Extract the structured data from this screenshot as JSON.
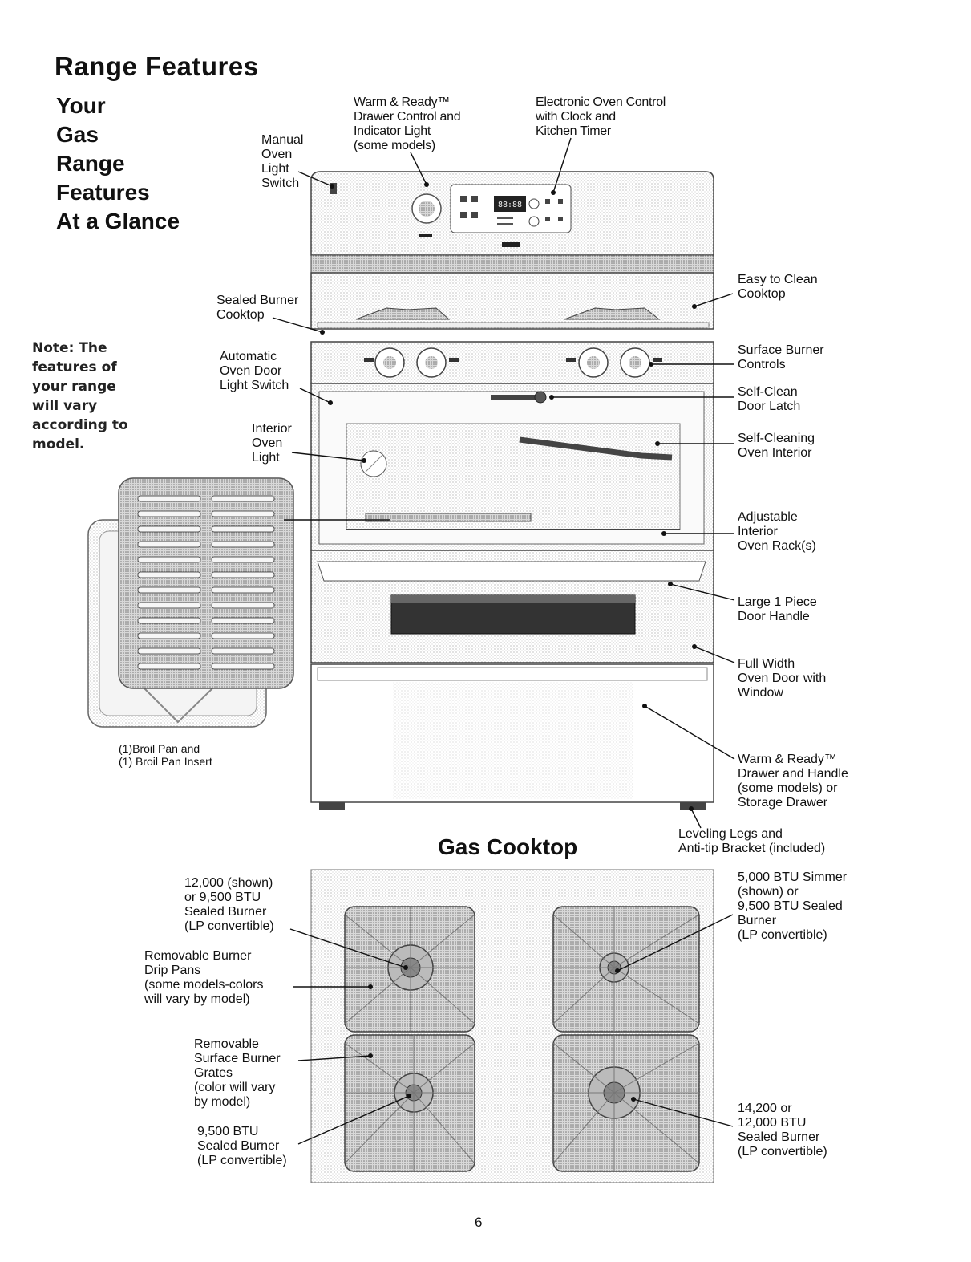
{
  "page_title": "Range Features",
  "side_title": [
    "Your",
    "Gas",
    "Range",
    "Features",
    "At a Glance"
  ],
  "note": [
    "Note: The",
    "features of",
    "your range",
    "will vary",
    "according to",
    "model."
  ],
  "oven_display": "88:88",
  "labels": {
    "warm_ready_control": "Warm & Ready™\nDrawer Control and\nIndicator Light\n(some models)",
    "electronic_control": "Electronic Oven Control\nwith Clock and\nKitchen Timer",
    "manual_light": "Manual\nOven\nLight\nSwitch",
    "sealed_cooktop": "Sealed Burner\nCooktop",
    "auto_door_light": "Automatic\nOven Door\nLight Switch",
    "interior_light": "Interior\nOven\nLight",
    "broil_pan": "(1)Broil Pan and\n(1) Broil Pan Insert",
    "easy_clean": "Easy to Clean\nCooktop",
    "surface_controls": "Surface Burner\nControls",
    "door_latch": "Self-Clean\nDoor Latch",
    "self_clean_interior": "Self-Cleaning\nOven Interior",
    "oven_rack": "Adjustable\nInterior\nOven Rack(s)",
    "door_handle": "Large 1 Piece\nDoor Handle",
    "full_width_door": "Full Width\nOven Door with\nWindow",
    "warm_ready_drawer": "Warm & Ready™\nDrawer and Handle\n(some models) or\nStorage Drawer",
    "leveling_legs": "Leveling Legs and\nAnti-tip Bracket (included)"
  },
  "cooktop": {
    "title": "Gas Cooktop",
    "burner_12000": "12,000 (shown)\nor 9,500 BTU\nSealed Burner\n(LP convertible)",
    "drip_pans": "Removable Burner\nDrip Pans\n(some models-colors\nwill vary by model)",
    "grates": "Removable\nSurface Burner\nGrates\n(color will vary\nby model)",
    "burner_9500": "9,500 BTU\nSealed Burner\n(LP convertible)",
    "burner_5000": "5,000 BTU Simmer\n(shown) or\n9,500 BTU Sealed\nBurner\n(LP convertible)",
    "burner_14200": "14,200 or\n12,000 BTU\nSealed Burner\n(LP convertible)"
  },
  "page_number": "6"
}
